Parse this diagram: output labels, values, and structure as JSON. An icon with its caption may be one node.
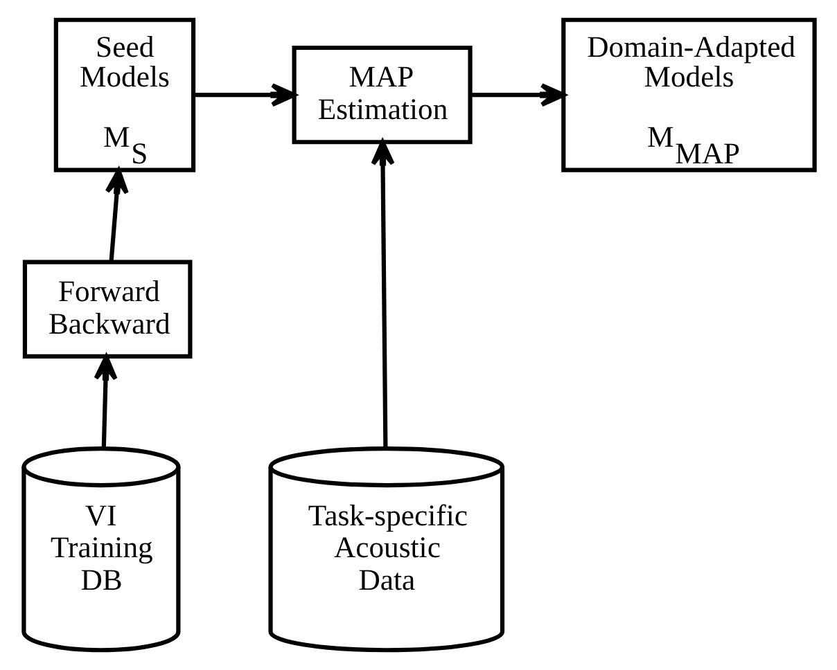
{
  "diagram": {
    "nodes": [
      {
        "text": [
          "Seed Models",
          "M$_{S}$"
        ]
      },
      {
        "text": [
          "MAP Estimation"
        ]
      },
      {
        "text": [
          "Domain-Adapted Models",
          "M$_{MAP}$"
        ]
      },
      {
        "text": [
          "Forward Backward"
        ]
      },
      {
        "text": [
          "VI Training DB"
        ]
      },
      {
        "text": [
          "Task-specific Acoustic Data"
        ]
      }
    ],
    "edges": [
      {
        "from": 0,
        "to": 1,
        "arrow": "to"
      },
      {
        "from": 1,
        "to": 2,
        "arrow": "to"
      },
      {
        "from": 3,
        "to": 0,
        "arrow": "to"
      },
      {
        "from": 4,
        "to": 3,
        "arrow": "to"
      },
      {
        "from": 5,
        "to": 1,
        "arrow": "to"
      }
    ]
  }
}
